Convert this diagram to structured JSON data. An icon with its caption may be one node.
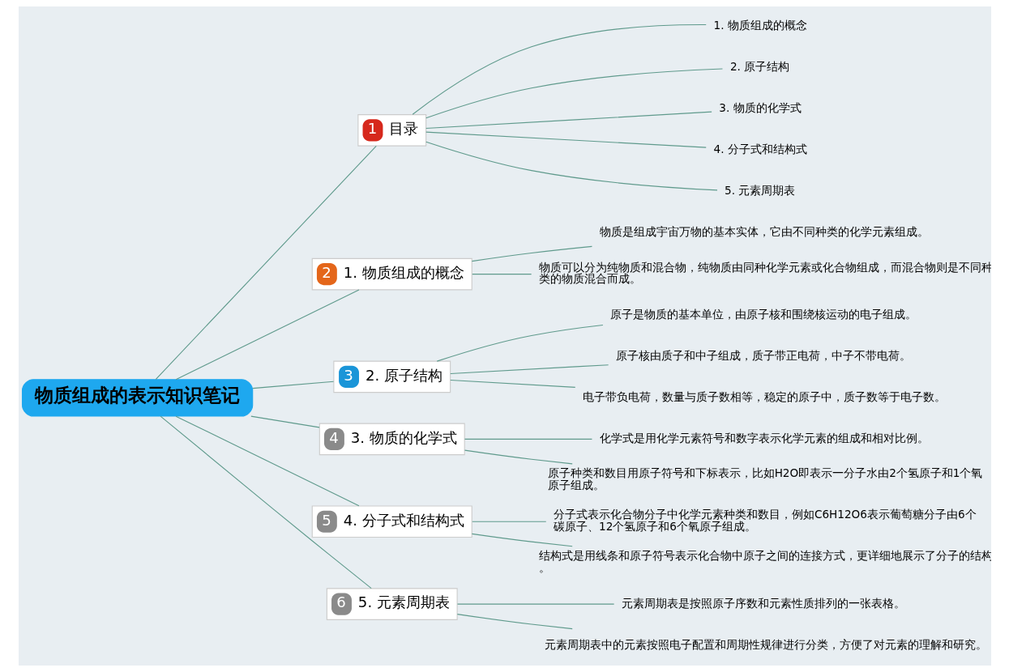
{
  "diagram": {
    "nodes": [
      {
        "text": [
          "物质组成的表示知识笔记"
        ]
      },
      {
        "text": [
          "1",
          "目录"
        ]
      },
      {
        "text": [
          "2",
          "1. 物质组成的概念"
        ]
      },
      {
        "text": [
          "3",
          "2. 原子结构"
        ]
      },
      {
        "text": [
          "4",
          "3. 物质的化学式"
        ]
      },
      {
        "text": [
          "5",
          "4. 分子式和结构式"
        ]
      },
      {
        "text": [
          "6",
          "5. 元素周期表"
        ]
      },
      {
        "text": [
          "1. 物质组成的概念"
        ]
      },
      {
        "text": [
          "2. 原子结构"
        ]
      },
      {
        "text": [
          "3. 物质的化学式"
        ]
      },
      {
        "text": [
          "4. 分子式和结构式"
        ]
      },
      {
        "text": [
          "5. 元素周期表"
        ]
      },
      {
        "text": [
          "物质是组成宇宙万物的基本实体，它由不同种类的化学元素组成。"
        ]
      },
      {
        "text": [
          "物质可以分为纯物质和混合物，纯物质由同种化学元素或化合物组成，而混合物则是不同种类的物质混合而成。"
        ]
      },
      {
        "text": [
          "原子是物质的基本单位，由原子核和围绕核运动的电子组成。"
        ]
      },
      {
        "text": [
          "原子核由质子和中子组成，质子带正电荷，中子不带电荷。"
        ]
      },
      {
        "text": [
          "电子带负电荷，数量与质子数相等，稳定的原子中，质子数等于电子数。"
        ]
      },
      {
        "text": [
          "化学式是用化学元素符号和数字表示化学元素的组成和相对比例。"
        ]
      },
      {
        "text": [
          "原子种类和数目用原子符号和下标表示，比如H2O即表示一分子水由2个氢原子和1个氧原子组成。"
        ]
      },
      {
        "text": [
          "分子式表示化合物分子中化学元素种类和数目，例如C6H12O6表示葡萄糖分子由6个碳原子、12个氢原子和6个氧原子组成。"
        ]
      },
      {
        "text": [
          "结构式是用线条和原子符号表示化合物中原子之间的连接方式，更详细地展示了分子的结构。"
        ]
      },
      {
        "text": [
          "元素周期表是按照原子序数和元素性质排列的一张表格。"
        ]
      },
      {
        "text": [
          "元素周期表中的元素按照电子配置和周期性规律进行分类，方便了对元素的理解和研究。"
        ]
      }
    ],
    "edges": [
      {
        "from": 0,
        "to": 1,
        "arrow": "none"
      },
      {
        "from": 1,
        "to": 7,
        "arrow": "none"
      },
      {
        "from": 1,
        "to": 8,
        "arrow": "none"
      },
      {
        "from": 1,
        "to": 9,
        "arrow": "none"
      },
      {
        "from": 1,
        "to": 10,
        "arrow": "none"
      },
      {
        "from": 1,
        "to": 11,
        "arrow": "none"
      },
      {
        "from": 0,
        "to": 2,
        "arrow": "none"
      },
      {
        "from": 2,
        "to": 12,
        "arrow": "none"
      },
      {
        "from": 2,
        "to": 13,
        "arrow": "none"
      },
      {
        "from": 0,
        "to": 3,
        "arrow": "none"
      },
      {
        "from": 3,
        "to": 14,
        "arrow": "none"
      },
      {
        "from": 3,
        "to": 15,
        "arrow": "none"
      },
      {
        "from": 3,
        "to": 16,
        "arrow": "none"
      },
      {
        "from": 0,
        "to": 4,
        "arrow": "none"
      },
      {
        "from": 4,
        "to": 17,
        "arrow": "none"
      },
      {
        "from": 4,
        "to": 18,
        "arrow": "none"
      },
      {
        "from": 0,
        "to": 5,
        "arrow": "none"
      },
      {
        "from": 5,
        "to": 19,
        "arrow": "none"
      },
      {
        "from": 5,
        "to": 20,
        "arrow": "none"
      },
      {
        "from": 0,
        "to": 6,
        "arrow": "none"
      },
      {
        "from": 6,
        "to": 21,
        "arrow": "none"
      },
      {
        "from": 6,
        "to": 22,
        "arrow": "none"
      }
    ]
  }
}
